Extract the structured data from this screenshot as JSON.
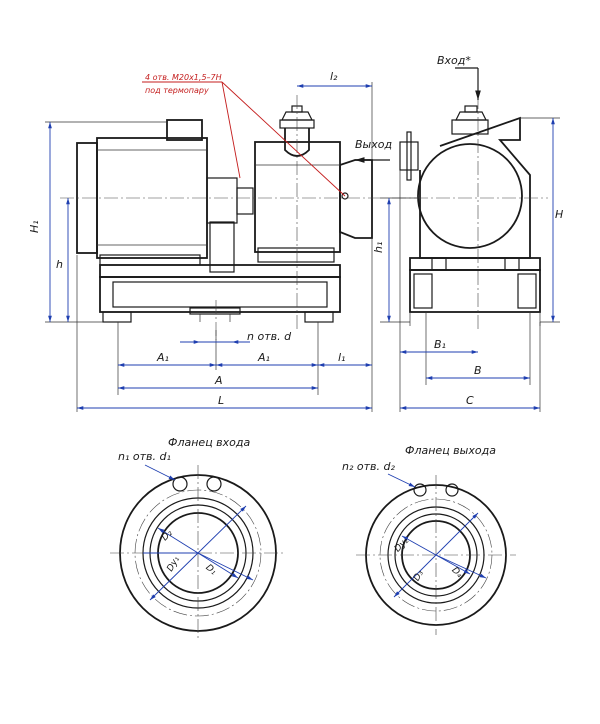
{
  "labels": {
    "thread_note_line1": "4 отв. М20х1,5–7Н",
    "thread_note_line2": "под термопару",
    "outlet": "Выход",
    "inlet": "Вход*",
    "l2": "l₂",
    "H1": "H₁",
    "h": "h",
    "h1": "h₁",
    "H": "H",
    "n_holes_d": "n отв. d",
    "A1_left": "A₁",
    "A1_right": "A₁",
    "l1": "l₁",
    "A": "A",
    "L": "L",
    "B1": "B₁",
    "B": "B",
    "C": "C",
    "inlet_flange_title": "Фланец входа",
    "outlet_flange_title": "Фланец выхода",
    "n1_d1": "n₁ отв. d₁",
    "n2_d2": "n₂ отв. d₂",
    "D2_in": "D₂",
    "Dy1": "Dy₁",
    "D1": "D₁",
    "Dy2": "Dy₂",
    "D3": "D₃",
    "D4": "D₄"
  }
}
